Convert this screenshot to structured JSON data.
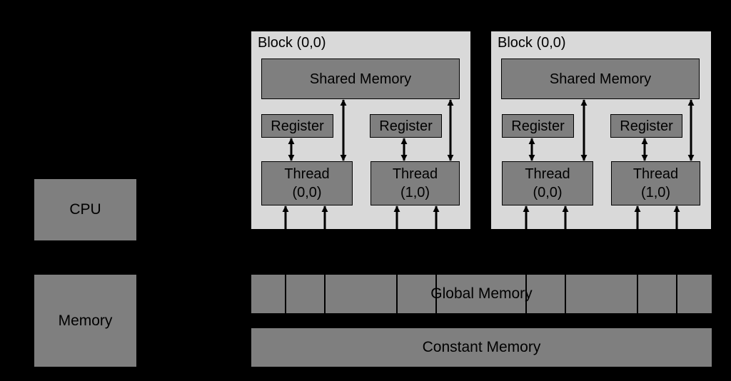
{
  "host": {
    "cpu_label": "CPU",
    "memory_label": "Memory"
  },
  "blocks": [
    {
      "title": "Block (0,0)",
      "shared_memory": "Shared Memory",
      "threads": [
        {
          "register": "Register",
          "thread_line1": "Thread",
          "thread_line2": "(0,0)"
        },
        {
          "register": "Register",
          "thread_line1": "Thread",
          "thread_line2": "(1,0)"
        }
      ]
    },
    {
      "title": "Block (0,0)",
      "shared_memory": "Shared Memory",
      "threads": [
        {
          "register": "Register",
          "thread_line1": "Thread",
          "thread_line2": "(0,0)"
        },
        {
          "register": "Register",
          "thread_line1": "Thread",
          "thread_line2": "(1,0)"
        }
      ]
    }
  ],
  "device_memory": {
    "global_label": "Global Memory",
    "constant_label": "Constant Memory"
  },
  "colors": {
    "background": "#000000",
    "panel": "#d9d9d9",
    "box": "#7f7f7f",
    "line": "#000000"
  }
}
